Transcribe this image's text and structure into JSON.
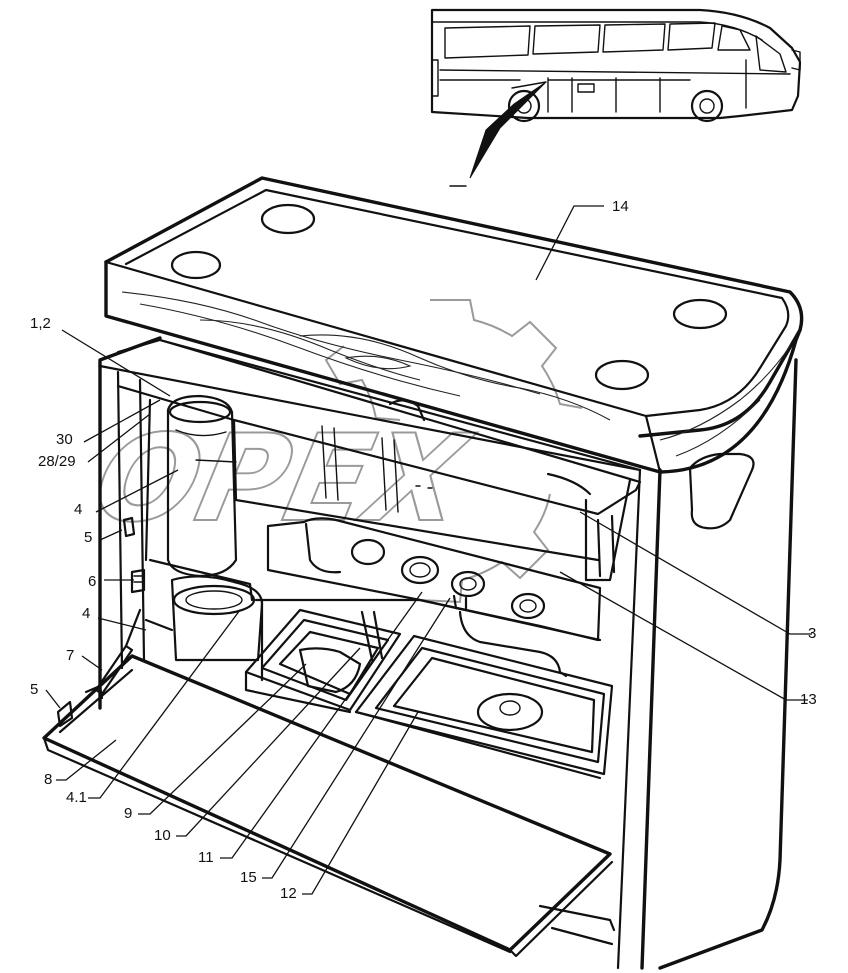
{
  "watermark": {
    "text": "OPEX"
  },
  "callouts": [
    {
      "id": "c-14",
      "text": "14"
    },
    {
      "id": "c-1-2",
      "text": "1,2"
    },
    {
      "id": "c-30",
      "text": "30"
    },
    {
      "id": "c-28-29",
      "text": "28/29"
    },
    {
      "id": "c-4a",
      "text": "4"
    },
    {
      "id": "c-5a",
      "text": "5"
    },
    {
      "id": "c-6",
      "text": "6"
    },
    {
      "id": "c-4b",
      "text": "4"
    },
    {
      "id": "c-7",
      "text": "7"
    },
    {
      "id": "c-5b",
      "text": "5"
    },
    {
      "id": "c-8",
      "text": "8"
    },
    {
      "id": "c-4-1",
      "text": "4.1"
    },
    {
      "id": "c-9",
      "text": "9"
    },
    {
      "id": "c-10",
      "text": "10"
    },
    {
      "id": "c-11",
      "text": "11"
    },
    {
      "id": "c-15",
      "text": "15"
    },
    {
      "id": "c-12",
      "text": "12"
    },
    {
      "id": "c-3",
      "text": "3"
    },
    {
      "id": "c-13",
      "text": "13"
    }
  ]
}
